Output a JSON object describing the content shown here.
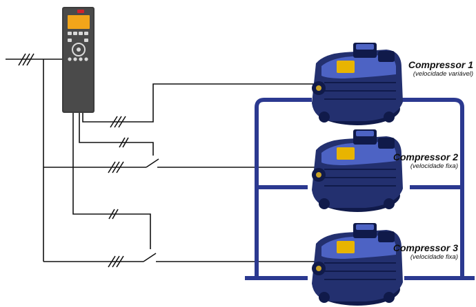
{
  "colors": {
    "wire": "#111111",
    "manifold": "#2b3990",
    "drive_body": "#3c3c3c",
    "drive_screen": "#f2a51a",
    "drive_logo": "#d2232a",
    "compressor_body": "#23306f",
    "compressor_shade": "#101a4a",
    "compressor_highlight": "#4d63c4",
    "label_box": "#e8b400"
  },
  "icons": {
    "drive": "frequency-converter-icon",
    "compressor": "compressor-icon",
    "switch": "contactor-switch-icon"
  },
  "compressors": [
    {
      "id": "1",
      "title": "Compressor 1",
      "subtitle": "(velocidade variável)"
    },
    {
      "id": "2",
      "title": "Compressor 2",
      "subtitle": "(velocidade fixa)"
    },
    {
      "id": "3",
      "title": "Compressor 3",
      "subtitle": "(velocidade fixa)"
    }
  ]
}
